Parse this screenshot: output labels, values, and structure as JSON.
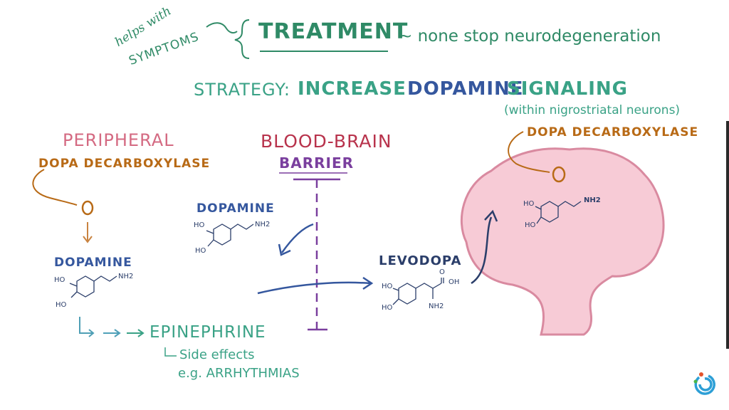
{
  "header": {
    "helps_with": "helps with",
    "symptoms": "SYMPTOMS",
    "treatment": "TREATMENT",
    "none_stop": "~ none stop neurodegeneration"
  },
  "strategy": {
    "prefix": "STRATEGY:",
    "increase": "INCREASE",
    "dopamine": "DOPAMINE",
    "signaling": "SIGNALING",
    "within": "(within nigrostriatal neurons)"
  },
  "peripheral": {
    "title": "PERIPHERAL",
    "enzyme": "DOPA DECARBOXYLASE",
    "dopamine": "DOPAMINE",
    "epinephrine": "EPINEPHRINE",
    "side_effects": "Side effects",
    "eg": "e.g. ARRHYTHMIAS"
  },
  "barrier": {
    "title": "BLOOD-BRAIN",
    "subtitle": "BARRIER",
    "dopamine": "DOPAMINE"
  },
  "levodopa": {
    "title": "LEVODOPA"
  },
  "brain": {
    "enzyme": "DOPA DECARBOXYLASE"
  },
  "chem": {
    "ho": "HO",
    "nh2": "NH2",
    "oh": "OH",
    "o": "O"
  }
}
